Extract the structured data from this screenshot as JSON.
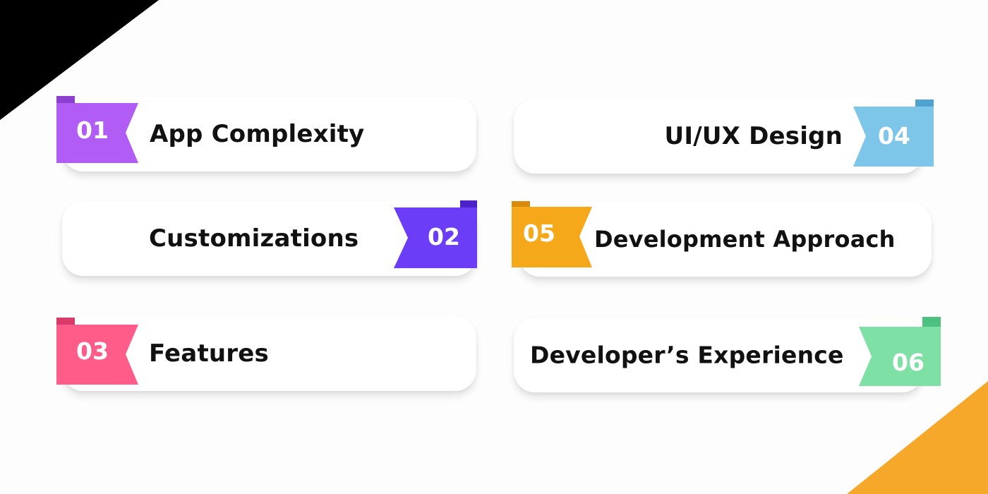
{
  "colors": {
    "purple": "#b05cf5",
    "indigo": "#6b3df6",
    "pink": "#ff5c8a",
    "blue": "#7ec5ea",
    "orange": "#f6a81b",
    "green": "#7fe0a6",
    "corner_black": "#000000",
    "corner_orange": "#f6a82b"
  },
  "items": [
    {
      "number": "01",
      "label": "App Complexity"
    },
    {
      "number": "02",
      "label": "Customizations"
    },
    {
      "number": "03",
      "label": "Features"
    },
    {
      "number": "04",
      "label": "UI/UX Design"
    },
    {
      "number": "05",
      "label": "Development Approach"
    },
    {
      "number": "06",
      "label": "Developer’s Experience"
    }
  ]
}
